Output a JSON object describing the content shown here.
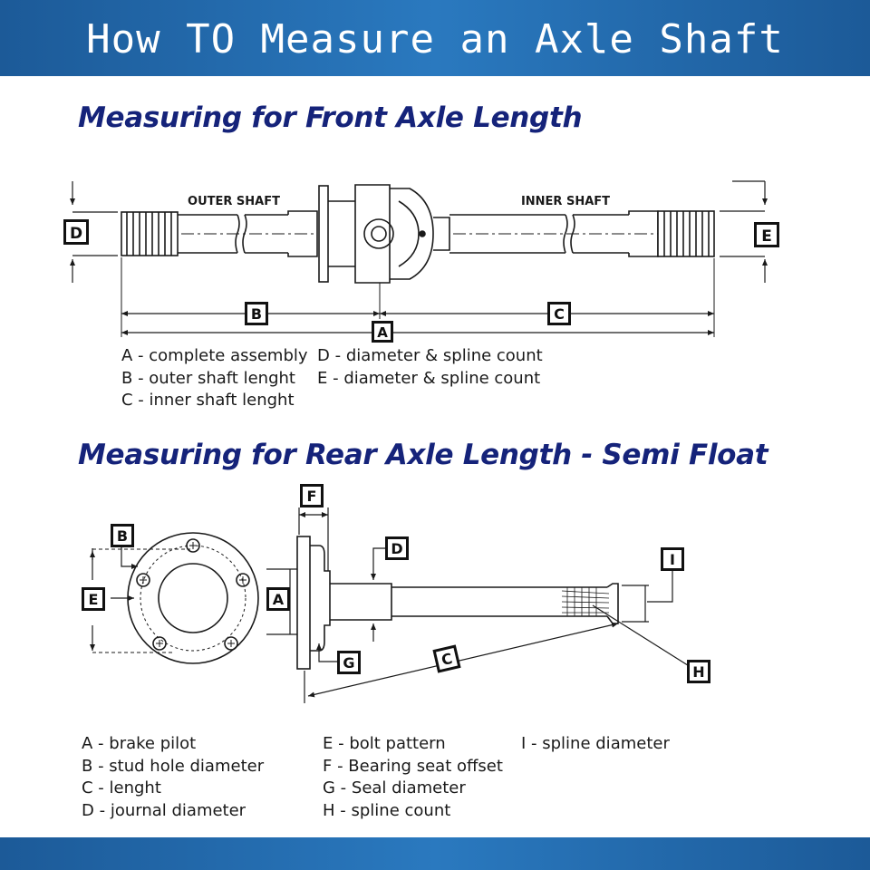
{
  "page": {
    "title": "How TO Measure an Axle Shaft"
  },
  "front": {
    "title": "Measuring for Front Axle Length",
    "outer_shaft_label": "OUTER SHAFT",
    "inner_shaft_label": "INNER SHAFT",
    "callouts": {
      "a": "A",
      "b": "B",
      "c": "C",
      "d": "D",
      "e": "E"
    },
    "legend_col1": [
      {
        "key": "A",
        "text": " - complete assembly"
      },
      {
        "key": "B",
        "text": " - outer shaft lenght"
      },
      {
        "key": "C",
        "text": " - inner shaft lenght"
      }
    ],
    "legend_col2": [
      {
        "key": "D",
        "text": " - diameter & spline count"
      },
      {
        "key": "E",
        "text": " - diameter & spline count"
      }
    ]
  },
  "rear": {
    "title": "Measuring for Rear Axle Length - Semi Float",
    "callouts": {
      "a": "A",
      "b": "B",
      "c": "C",
      "d": "D",
      "e": "E",
      "f": "F",
      "g": "G",
      "h": "H",
      "i": "I"
    },
    "legend_col1": [
      {
        "key": "A",
        "text": " - brake pilot"
      },
      {
        "key": "B",
        "text": " - stud hole diameter"
      },
      {
        "key": "C",
        "text": " - lenght"
      },
      {
        "key": "D",
        "text": " -  journal diameter"
      }
    ],
    "legend_col2": [
      {
        "key": "E",
        "text": " - bolt pattern"
      },
      {
        "key": "F",
        "text": " - Bearing seat offset"
      },
      {
        "key": "G",
        "text": " - Seal diameter"
      },
      {
        "key": "H",
        "text": " - spline count"
      }
    ],
    "legend_col3": [
      {
        "key": "I",
        "text": " - spline diameter"
      }
    ]
  },
  "colors": {
    "banner": "#1c5a98",
    "title": "#15237a",
    "ink": "#1a1a1a"
  }
}
